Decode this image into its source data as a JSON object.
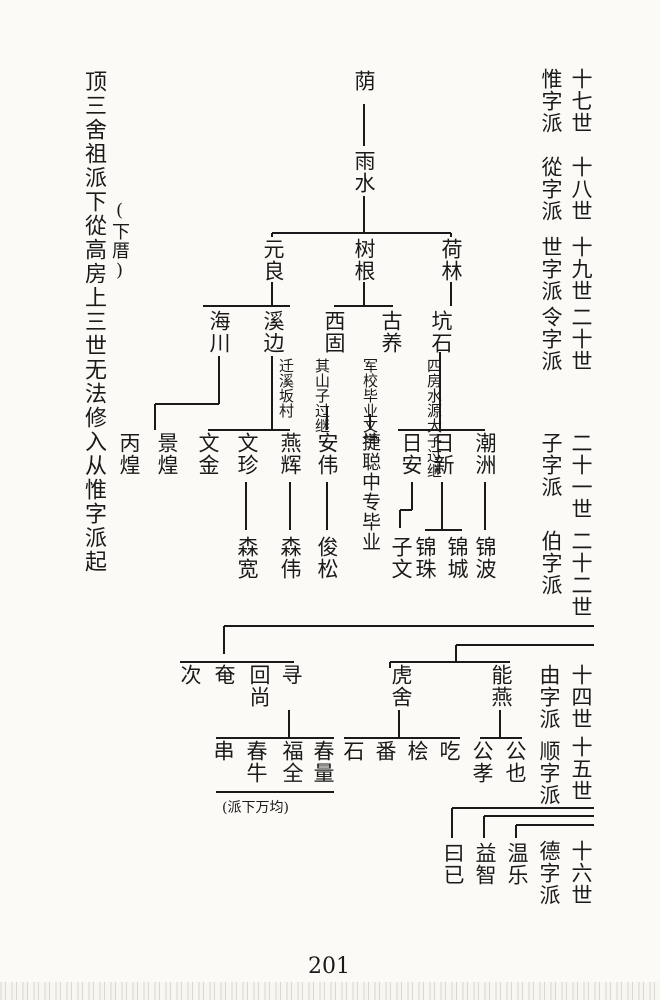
{
  "side_note": {
    "main": "顶三舍祖派下從高房上三世无法修入从惟字派起",
    "sub": "(下厝)"
  },
  "generation_labels": [
    {
      "gen": "十七世",
      "pai": "惟字派"
    },
    {
      "gen": "十八世",
      "pai": "從字派"
    },
    {
      "gen": "十九世",
      "pai": "世字派"
    },
    {
      "gen": "二十世",
      "pai": "令字派"
    },
    {
      "gen": "二十一世",
      "pai": "子字派"
    },
    {
      "gen": "二十二世",
      "pai": "伯字派"
    },
    {
      "gen": "十四世",
      "pai": "由字派"
    },
    {
      "gen": "十五世",
      "pai": "顺字派"
    },
    {
      "gen": "十六世",
      "pai": "德字派"
    }
  ],
  "tree_top": {
    "root": "荫",
    "gen18": "雨水",
    "gen19": [
      "元良",
      "树根",
      "荷林"
    ],
    "gen20": [
      "海川",
      "溪边",
      "西固",
      "古养",
      "坑石"
    ],
    "notes": [
      "迁溪坂村",
      "其山子过继",
      "军校毕业文学",
      "四房水源大子过继"
    ],
    "gen21": [
      "丙煌",
      "景煌",
      "文金",
      "文珍",
      "燕辉",
      "安伟",
      "捷聪中专毕业",
      "日安",
      "日新",
      "潮洲"
    ],
    "gen22": [
      "森宽",
      "森伟",
      "俊松",
      "子文",
      "锦珠",
      "锦城",
      "锦波"
    ]
  },
  "tree_bottom": {
    "gen14": [
      "次",
      "奄",
      "回尚",
      "寻",
      "虎舍",
      "能燕"
    ],
    "gen15": [
      "串",
      "春牛",
      "福全",
      "春量",
      "石",
      "番",
      "桧",
      "吃",
      "公孝",
      "公也"
    ],
    "gen15_note": "(派下万均)",
    "gen16": [
      "曰已",
      "益智",
      "温乐"
    ]
  },
  "page_number": "201"
}
